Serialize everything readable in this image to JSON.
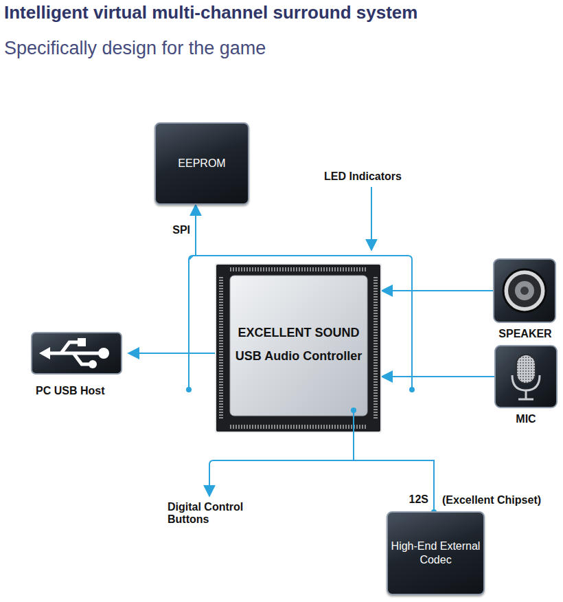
{
  "diagram": {
    "title": "Intelligent virtual multi-channel surround system",
    "nodes": [
      {
        "text": [
          "EEPROM"
        ]
      },
      {
        "text": [
          "EXCELLENT SOUND USB Audio Controller"
        ]
      },
      {
        "text": [
          "PC USB Host"
        ]
      },
      {
        "text": [
          "SPEAKER"
        ]
      },
      {
        "text": [
          "MIC"
        ]
      },
      {
        "text": [
          "High-End External Codec"
        ]
      }
    ],
    "edges": [
      {
        "from": 1,
        "to": 0,
        "arrow": "to",
        "label": "SPI"
      },
      {
        "from": 1,
        "to": 2,
        "arrow": "to"
      },
      {
        "from": 3,
        "to": 1,
        "arrow": "to"
      },
      {
        "from": 4,
        "to": 1,
        "arrow": "to"
      },
      {
        "from": 1,
        "to": 5,
        "arrow": "none",
        "label": "12S"
      }
    ],
    "labels": [
      "Specifically design for the game",
      "LED Indicators",
      "Digital Control Buttons",
      "(Excellent Chipset)"
    ]
  }
}
